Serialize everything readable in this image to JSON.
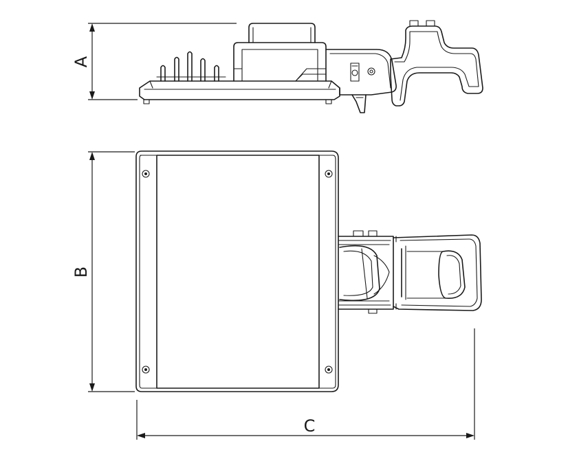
{
  "drawing": {
    "dimension_labels": {
      "a": "A",
      "b": "B",
      "c": "C"
    },
    "line_color": "#1a1a1a",
    "background_color": "#ffffff"
  }
}
